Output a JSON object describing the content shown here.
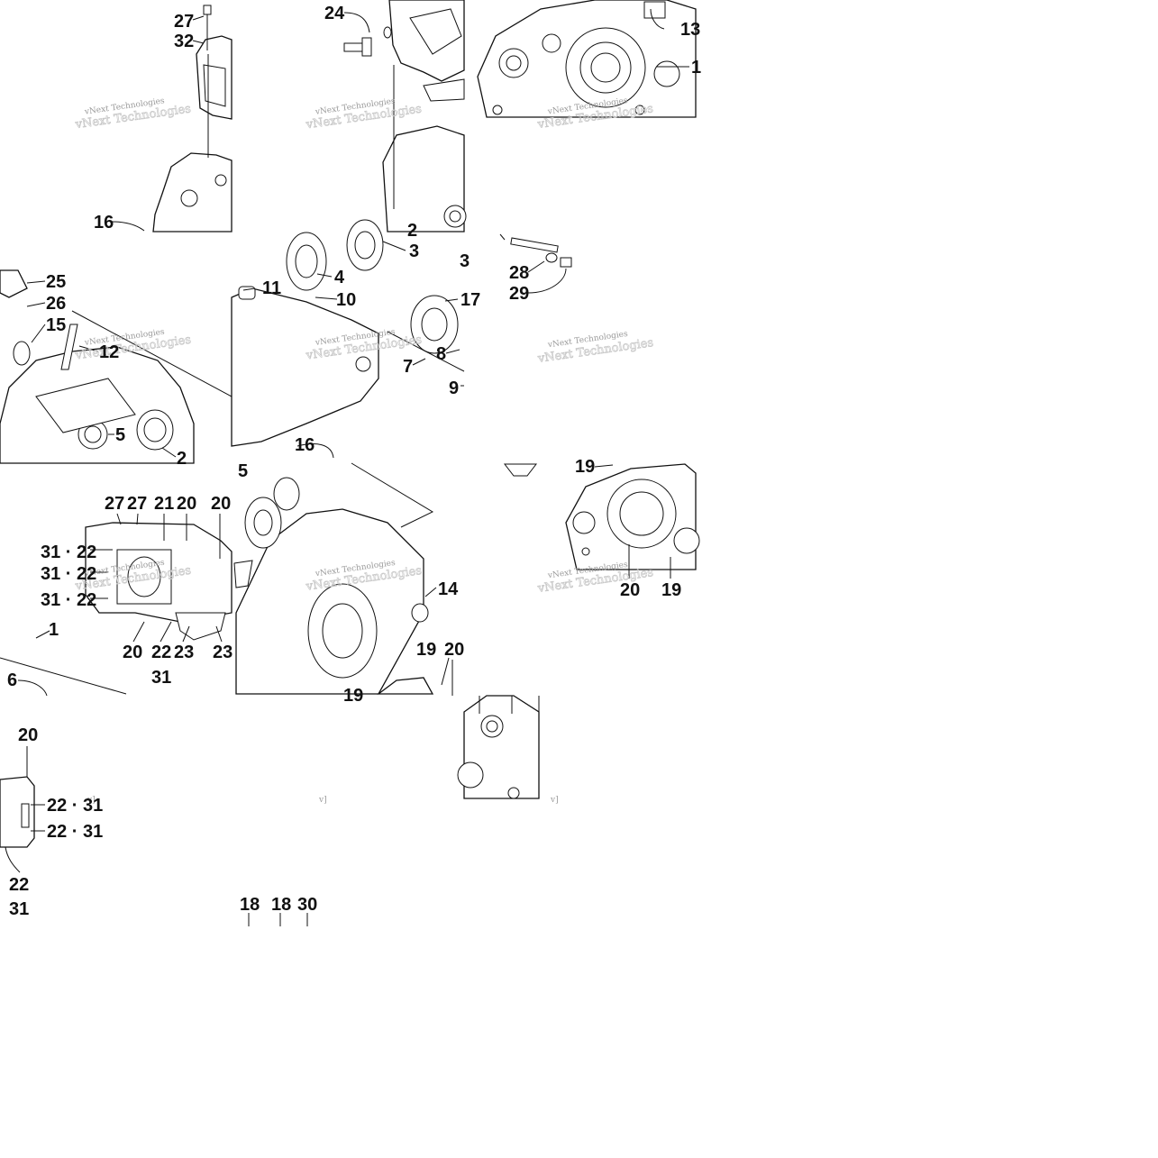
{
  "watermark": "vNext Technologies",
  "watermark_fragment": "v]",
  "callouts": [
    {
      "text": "27"
    },
    {
      "text": "32"
    },
    {
      "text": "24"
    },
    {
      "text": "13"
    },
    {
      "text": "1"
    },
    {
      "text": "16"
    },
    {
      "text": "2"
    },
    {
      "text": "3"
    },
    {
      "text": "3"
    },
    {
      "text": "4"
    },
    {
      "text": "11"
    },
    {
      "text": "10"
    },
    {
      "text": "28"
    },
    {
      "text": "29"
    },
    {
      "text": "17"
    },
    {
      "text": "8"
    },
    {
      "text": "7"
    },
    {
      "text": "9"
    },
    {
      "text": "25"
    },
    {
      "text": "26"
    },
    {
      "text": "15"
    },
    {
      "text": "12"
    },
    {
      "text": "5"
    },
    {
      "text": "2"
    },
    {
      "text": "16"
    },
    {
      "text": "5"
    },
    {
      "text": "19"
    },
    {
      "text": "27"
    },
    {
      "text": "27"
    },
    {
      "text": "21"
    },
    {
      "text": "20"
    },
    {
      "text": "20"
    },
    {
      "text": "31 · 22"
    },
    {
      "text": "31 · 22"
    },
    {
      "text": "31 · 22"
    },
    {
      "text": "14"
    },
    {
      "text": "19"
    },
    {
      "text": "20"
    },
    {
      "text": "1"
    },
    {
      "text": "20"
    },
    {
      "text": "22"
    },
    {
      "text": "23"
    },
    {
      "text": "23"
    },
    {
      "text": "31"
    },
    {
      "text": "6"
    },
    {
      "text": "19"
    },
    {
      "text": "20"
    },
    {
      "text": "19"
    },
    {
      "text": "20"
    },
    {
      "text": "22 · 31"
    },
    {
      "text": "22 · 31"
    },
    {
      "text": "22"
    },
    {
      "text": "31"
    },
    {
      "text": "18"
    },
    {
      "text": "18"
    },
    {
      "text": "30"
    }
  ]
}
